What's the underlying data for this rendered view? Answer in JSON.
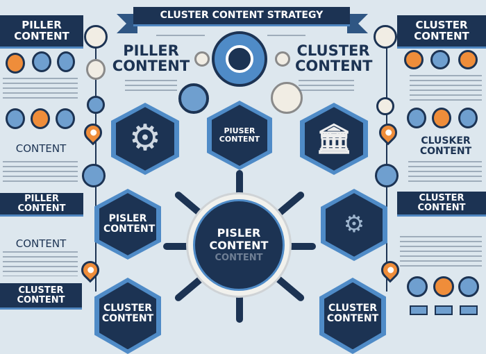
{
  "title": "CLUSTER CONTENT STRATEGY",
  "top_left_banner": "PILLER CONTENT",
  "top_right_banner": "CLUSTER CONTENT",
  "heading_left": "PILLER CONTENT",
  "heading_right": "CLUSTER CONTENT",
  "hex_center_top": "PIUSER CONTENT",
  "hex_mid_left": "PISLER CONTENT",
  "hub": {
    "title": "PISLER CONTENT",
    "subtitle": "CONTENT"
  },
  "hex_bottom_left": "CLUSTER CONTENT",
  "hex_bottom_right": "CLUSTER CONTENT",
  "left_labels": {
    "content_1": "CONTENT",
    "banner_mid": "PILLER CONTENT",
    "content_2": "CONTENT",
    "banner_bottom": "CLUSTER CONTENT"
  },
  "right_labels": {
    "cluster_text": "CLUSKER CONTENT",
    "banner_mid": "CLUSTER CONTENT"
  },
  "colors": {
    "navy": "#1c3353",
    "blue": "#4f8bc7",
    "orange": "#ef8d3a",
    "background": "#dde7ee"
  }
}
